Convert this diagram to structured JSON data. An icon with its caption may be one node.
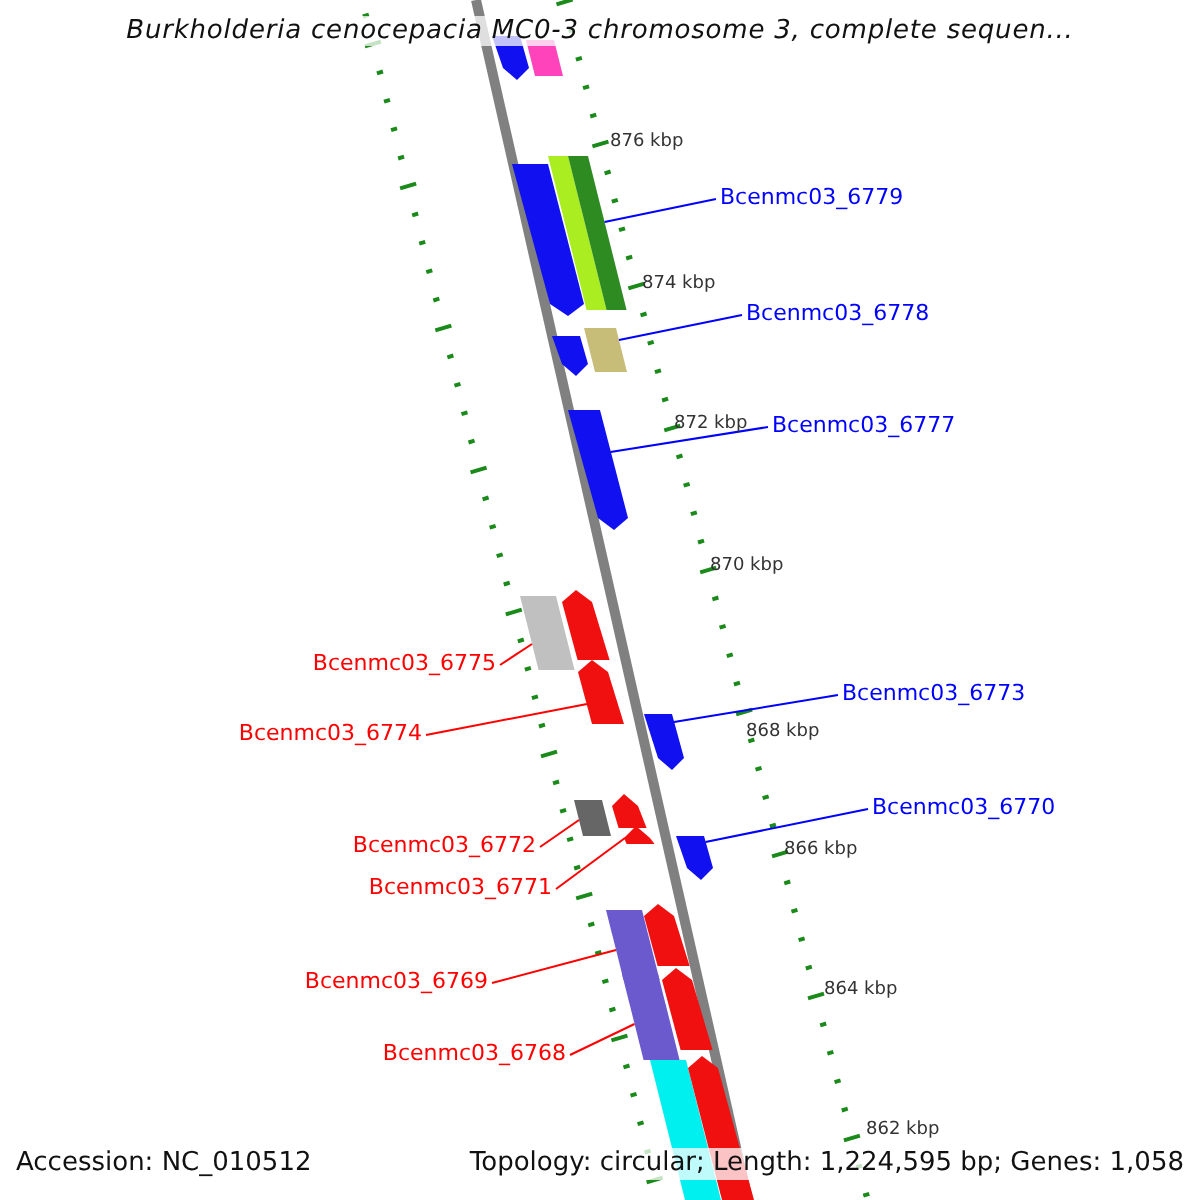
{
  "diagram": {
    "title": "Burkholderia cenocepacia MC0-3 chromosome 3, complete sequen...",
    "nodes": [
      {
        "text": [
          "Bcenmc03_6779"
        ]
      },
      {
        "text": [],
        "shape": "bar"
      },
      {
        "text": [
          "Bcenmc03_6778"
        ]
      },
      {
        "text": [],
        "shape": "bar"
      },
      {
        "text": [
          "Bcenmc03_6777"
        ]
      },
      {
        "text": [],
        "shape": "bar"
      },
      {
        "text": [
          "Bcenmc03_6775"
        ]
      },
      {
        "text": [],
        "shape": "bar"
      },
      {
        "text": [
          "Bcenmc03_6774"
        ]
      },
      {
        "text": [],
        "shape": "bar"
      },
      {
        "text": [
          "Bcenmc03_6773"
        ]
      },
      {
        "text": [],
        "shape": "bar"
      },
      {
        "text": [
          "Bcenmc03_6770"
        ]
      },
      {
        "text": [],
        "shape": "bar"
      },
      {
        "text": [
          "Bcenmc03_6772"
        ]
      },
      {
        "text": [],
        "shape": "bar"
      },
      {
        "text": [
          "Bcenmc03_6771"
        ]
      },
      {
        "text": [],
        "shape": "bar"
      },
      {
        "text": [
          "Bcenmc03_6769"
        ]
      },
      {
        "text": [],
        "shape": "bar"
      },
      {
        "text": [
          "Bcenmc03_6768"
        ]
      },
      {
        "text": [],
        "shape": "bar"
      },
      {
        "text": [],
        "shape": "bar"
      },
      {
        "text": [],
        "shape": "bar"
      },
      {
        "text": [],
        "shape": "bar"
      },
      {
        "text": [],
        "shape": "bar"
      },
      {
        "text": [],
        "shape": "bar"
      },
      {
        "text": [],
        "shape": "bar"
      },
      {
        "text": [],
        "shape": "bar"
      },
      {
        "text": [],
        "shape": "bar"
      },
      {
        "text": [],
        "shape": "bar"
      },
      {
        "text": [],
        "shape": "bar"
      }
    ],
    "edges": [
      {
        "from": 0,
        "to": 1,
        "arrow": "none",
        "color": "#0000ff"
      },
      {
        "from": 2,
        "to": 3,
        "arrow": "none",
        "color": "#0000ff"
      },
      {
        "from": 4,
        "to": 5,
        "arrow": "none",
        "color": "#0000ff"
      },
      {
        "from": 6,
        "to": 7,
        "arrow": "none"
      },
      {
        "from": 8,
        "to": 9,
        "arrow": "none"
      },
      {
        "from": 10,
        "to": 11,
        "arrow": "none",
        "color": "#0000ff"
      },
      {
        "from": 12,
        "to": 13,
        "arrow": "none",
        "color": "#0000ff"
      },
      {
        "from": 14,
        "to": 15,
        "arrow": "none"
      },
      {
        "from": 16,
        "to": 17,
        "arrow": "none"
      },
      {
        "from": 18,
        "to": 19,
        "arrow": "none"
      },
      {
        "from": 20,
        "to": 21,
        "arrow": "none"
      }
    ],
    "labels": [
      "876 kbp",
      "874 kbp",
      "872 kbp",
      "870 kbp",
      "868 kbp",
      "866 kbp",
      "864 kbp",
      "862 kbp",
      "Accession: NC_010512",
      "Topology: circular; Length: 1,224,595 bp; Genes: 1,058"
    ]
  }
}
